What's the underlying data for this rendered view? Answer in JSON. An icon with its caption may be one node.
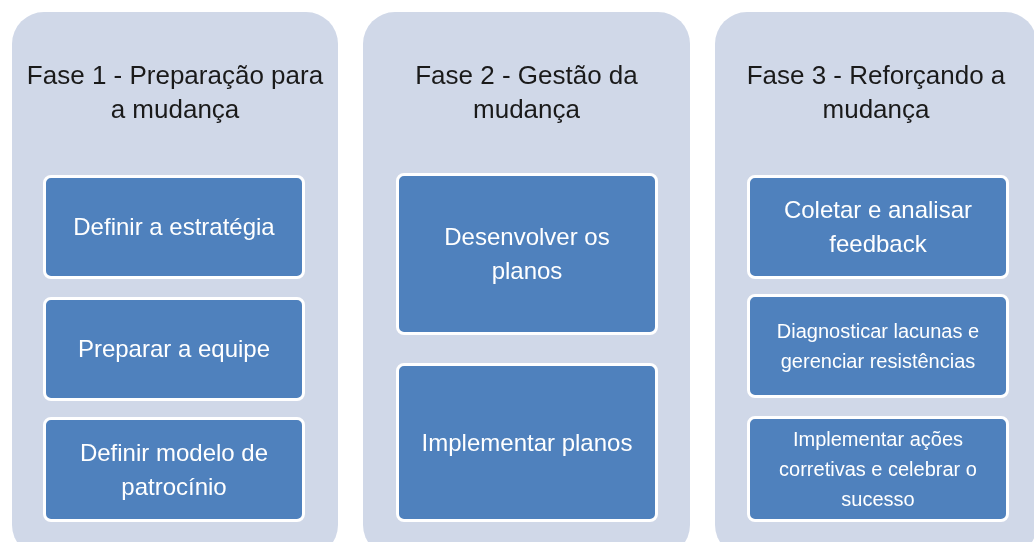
{
  "diagram": {
    "nodes": [
      {
        "text": [
          "Fase 1 - Preparação para a mudança"
        ]
      },
      {
        "text": [
          "Definir a estratégia"
        ],
        "in": 0
      },
      {
        "text": [
          "Preparar a equipe"
        ],
        "in": 0
      },
      {
        "text": [
          "Definir modelo de patrocínio"
        ],
        "in": 0
      },
      {
        "text": [
          "Fase 2 - Gestão da mudança"
        ]
      },
      {
        "text": [
          "Desenvolver os planos"
        ],
        "in": 4
      },
      {
        "text": [
          "Implementar planos"
        ],
        "in": 4
      },
      {
        "text": [
          "Fase 3 - Reforçando a mudança"
        ]
      },
      {
        "text": [
          "Coletar e analisar feedback"
        ],
        "in": 7
      },
      {
        "text": [
          "Diagnosticar lacunas e gerenciar resistências"
        ],
        "in": 7
      },
      {
        "text": [
          "Implementar ações corretivas e celebrar o sucesso"
        ],
        "in": 7
      }
    ]
  }
}
